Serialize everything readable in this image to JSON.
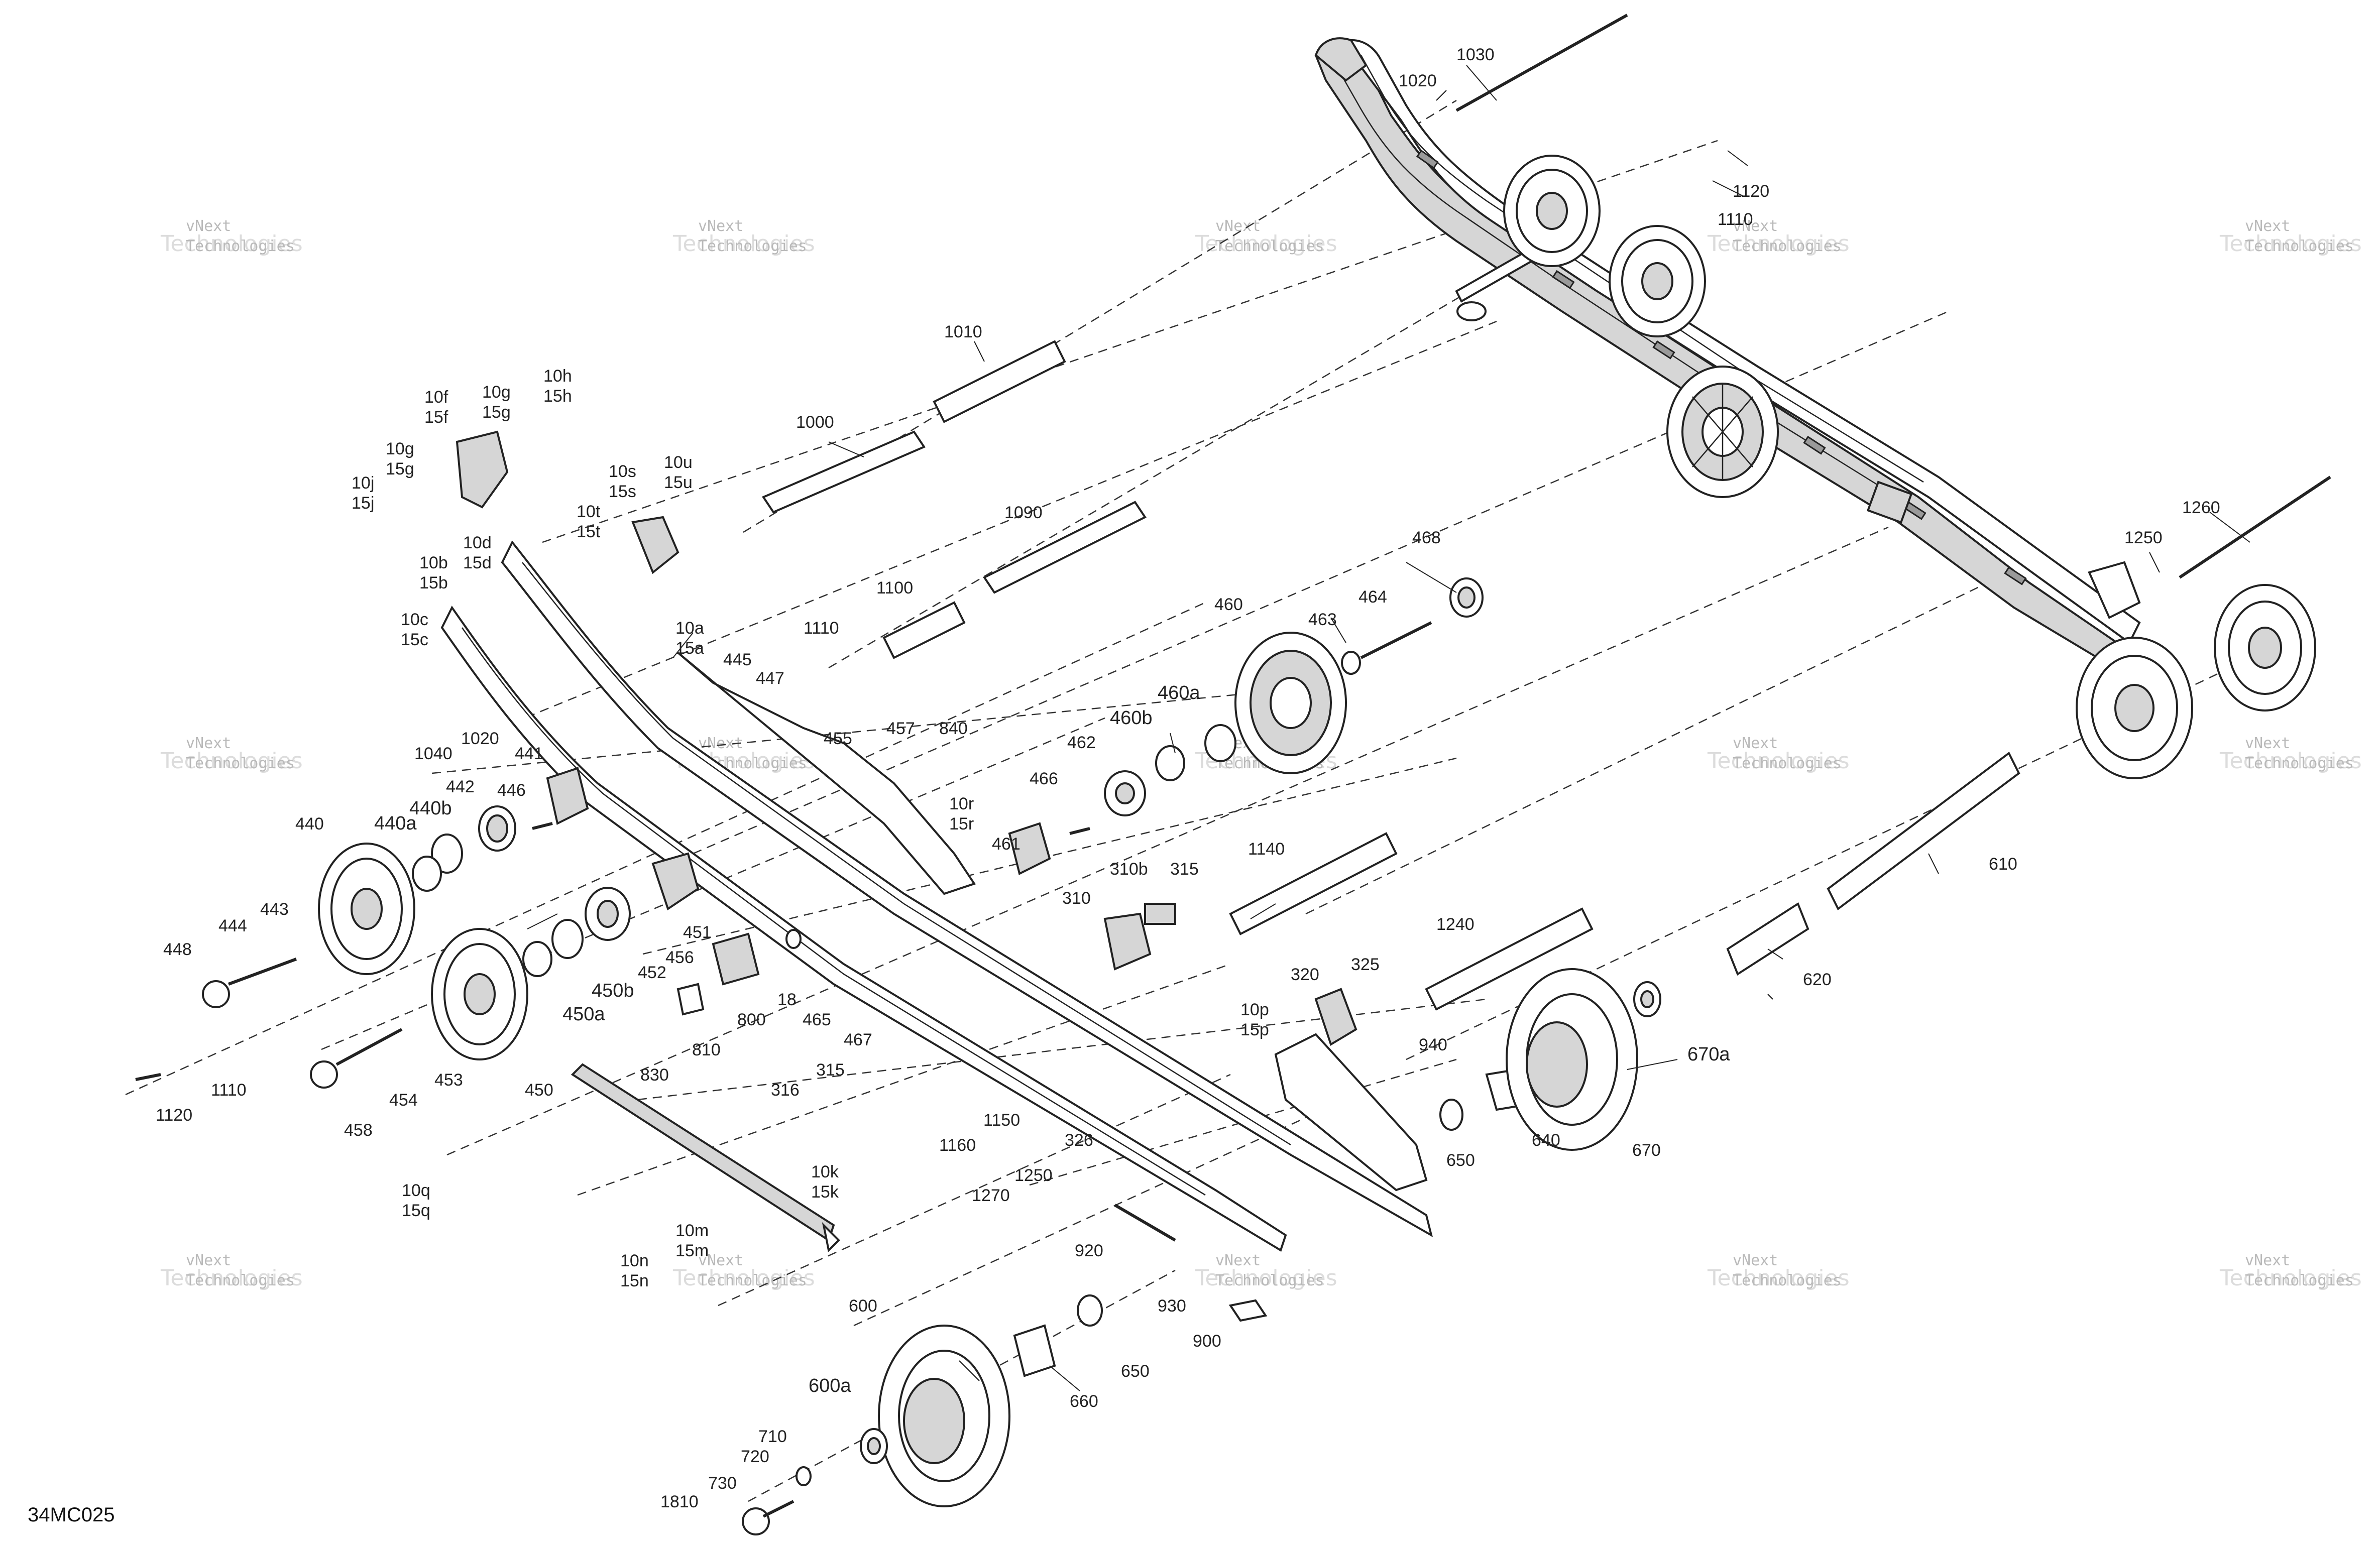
{
  "diagram_code": "34MC025",
  "watermark": {
    "line1": "vNext",
    "line2": "Technologies"
  },
  "callouts": [
    {
      "id": "c1030",
      "lines": [
        "1030"
      ]
    },
    {
      "id": "c1020t",
      "lines": [
        "1020"
      ]
    },
    {
      "id": "c1120t",
      "lines": [
        "1120"
      ]
    },
    {
      "id": "c1110t",
      "lines": [
        "1110"
      ]
    },
    {
      "id": "c1010",
      "lines": [
        "1010"
      ]
    },
    {
      "id": "c1000",
      "lines": [
        "1000"
      ]
    },
    {
      "id": "c10f",
      "lines": [
        "10f",
        "15f"
      ]
    },
    {
      "id": "c10g1",
      "lines": [
        "10g",
        "15g"
      ]
    },
    {
      "id": "c10h",
      "lines": [
        "10h",
        "15h"
      ]
    },
    {
      "id": "c10g2",
      "lines": [
        "10g",
        "15g"
      ]
    },
    {
      "id": "c10j",
      "lines": [
        "10j",
        "15j"
      ]
    },
    {
      "id": "c10s",
      "lines": [
        "10s",
        "15s"
      ]
    },
    {
      "id": "c10u",
      "lines": [
        "10u",
        "15u"
      ]
    },
    {
      "id": "c10t",
      "lines": [
        "10t",
        "15t"
      ]
    },
    {
      "id": "c10d",
      "lines": [
        "10d",
        "15d"
      ]
    },
    {
      "id": "c10b",
      "lines": [
        "10b",
        "15b"
      ]
    },
    {
      "id": "c1090",
      "lines": [
        "1090"
      ]
    },
    {
      "id": "c1100",
      "lines": [
        "1100"
      ]
    },
    {
      "id": "c468",
      "lines": [
        "468"
      ]
    },
    {
      "id": "c1260",
      "lines": [
        "1260"
      ]
    },
    {
      "id": "c1250r",
      "lines": [
        "1250"
      ]
    },
    {
      "id": "c460",
      "lines": [
        "460"
      ]
    },
    {
      "id": "c463",
      "lines": [
        "463"
      ]
    },
    {
      "id": "c464",
      "lines": [
        "464"
      ]
    },
    {
      "id": "c10c",
      "lines": [
        "10c",
        "15c"
      ]
    },
    {
      "id": "c10a",
      "lines": [
        "10a",
        "15a"
      ]
    },
    {
      "id": "c1110m",
      "lines": [
        "1110"
      ]
    },
    {
      "id": "c445",
      "lines": [
        "445"
      ]
    },
    {
      "id": "c447",
      "lines": [
        "447"
      ]
    },
    {
      "id": "c460a",
      "lines": [
        "460a"
      ]
    },
    {
      "id": "c460b",
      "lines": [
        "460b"
      ]
    },
    {
      "id": "c1040",
      "lines": [
        "1040"
      ]
    },
    {
      "id": "c1020m",
      "lines": [
        "1020"
      ]
    },
    {
      "id": "c455",
      "lines": [
        "455"
      ]
    },
    {
      "id": "c457",
      "lines": [
        "457"
      ]
    },
    {
      "id": "c840",
      "lines": [
        "840"
      ]
    },
    {
      "id": "c462",
      "lines": [
        "462"
      ]
    },
    {
      "id": "c441",
      "lines": [
        "441"
      ]
    },
    {
      "id": "c466",
      "lines": [
        "466"
      ]
    },
    {
      "id": "c10r",
      "lines": [
        "10r",
        "15r"
      ]
    },
    {
      "id": "c461",
      "lines": [
        "461"
      ]
    },
    {
      "id": "c442",
      "lines": [
        "442"
      ]
    },
    {
      "id": "c440b",
      "lines": [
        "440b"
      ]
    },
    {
      "id": "c446",
      "lines": [
        "446"
      ]
    },
    {
      "id": "c440",
      "lines": [
        "440"
      ]
    },
    {
      "id": "c440a",
      "lines": [
        "440a"
      ]
    },
    {
      "id": "c1140",
      "lines": [
        "1140"
      ]
    },
    {
      "id": "c310b",
      "lines": [
        "310b"
      ]
    },
    {
      "id": "c315r",
      "lines": [
        "315"
      ]
    },
    {
      "id": "c310",
      "lines": [
        "310"
      ]
    },
    {
      "id": "c610",
      "lines": [
        "610"
      ]
    },
    {
      "id": "c443",
      "lines": [
        "443"
      ]
    },
    {
      "id": "c444",
      "lines": [
        "444"
      ]
    },
    {
      "id": "c448",
      "lines": [
        "448"
      ]
    },
    {
      "id": "c451",
      "lines": [
        "451"
      ]
    },
    {
      "id": "c456",
      "lines": [
        "456"
      ]
    },
    {
      "id": "c452",
      "lines": [
        "452"
      ]
    },
    {
      "id": "c1240",
      "lines": [
        "1240"
      ]
    },
    {
      "id": "c620",
      "lines": [
        "620"
      ]
    },
    {
      "id": "c18",
      "lines": [
        "18"
      ]
    },
    {
      "id": "c465",
      "lines": [
        "465"
      ]
    },
    {
      "id": "c467",
      "lines": [
        "467"
      ]
    },
    {
      "id": "c450b",
      "lines": [
        "450b"
      ]
    },
    {
      "id": "c450a",
      "lines": [
        "450a"
      ]
    },
    {
      "id": "c800",
      "lines": [
        "800"
      ]
    },
    {
      "id": "c320",
      "lines": [
        "320"
      ]
    },
    {
      "id": "c325",
      "lines": [
        "325"
      ]
    },
    {
      "id": "c10p",
      "lines": [
        "10p",
        "15p"
      ]
    },
    {
      "id": "c670a",
      "lines": [
        "670a"
      ]
    },
    {
      "id": "c810",
      "lines": [
        "810"
      ]
    },
    {
      "id": "c830",
      "lines": [
        "830"
      ]
    },
    {
      "id": "c940",
      "lines": [
        "940"
      ]
    },
    {
      "id": "c1110b",
      "lines": [
        "1110"
      ]
    },
    {
      "id": "c453",
      "lines": [
        "453"
      ]
    },
    {
      "id": "c1120b",
      "lines": [
        "1120"
      ]
    },
    {
      "id": "c454",
      "lines": [
        "454"
      ]
    },
    {
      "id": "c450",
      "lines": [
        "450"
      ]
    },
    {
      "id": "c458",
      "lines": [
        "458"
      ]
    },
    {
      "id": "c316",
      "lines": [
        "316"
      ]
    },
    {
      "id": "c315m",
      "lines": [
        "315"
      ]
    },
    {
      "id": "c1160",
      "lines": [
        "1160"
      ]
    },
    {
      "id": "c1150",
      "lines": [
        "1150"
      ]
    },
    {
      "id": "c640",
      "lines": [
        "640"
      ]
    },
    {
      "id": "c670",
      "lines": [
        "670"
      ]
    },
    {
      "id": "c650r",
      "lines": [
        "650"
      ]
    },
    {
      "id": "c326",
      "lines": [
        "326"
      ]
    },
    {
      "id": "c10q",
      "lines": [
        "10q",
        "15q"
      ]
    },
    {
      "id": "c10k",
      "lines": [
        "10k",
        "15k"
      ]
    },
    {
      "id": "c1250b",
      "lines": [
        "1250"
      ]
    },
    {
      "id": "c1270",
      "lines": [
        "1270"
      ]
    },
    {
      "id": "c920",
      "lines": [
        "920"
      ]
    },
    {
      "id": "c10m",
      "lines": [
        "10m",
        "15m"
      ]
    },
    {
      "id": "c10n",
      "lines": [
        "10n",
        "15n"
      ]
    },
    {
      "id": "c930",
      "lines": [
        "930"
      ]
    },
    {
      "id": "c900",
      "lines": [
        "900"
      ]
    },
    {
      "id": "c600",
      "lines": [
        "600"
      ]
    },
    {
      "id": "c650b",
      "lines": [
        "650"
      ]
    },
    {
      "id": "c660",
      "lines": [
        "660"
      ]
    },
    {
      "id": "c600a",
      "lines": [
        "600a"
      ]
    },
    {
      "id": "c710",
      "lines": [
        "710"
      ]
    },
    {
      "id": "c720",
      "lines": [
        "720"
      ]
    },
    {
      "id": "c730",
      "lines": [
        "730"
      ]
    },
    {
      "id": "c1810",
      "lines": [
        "1810"
      ]
    }
  ]
}
